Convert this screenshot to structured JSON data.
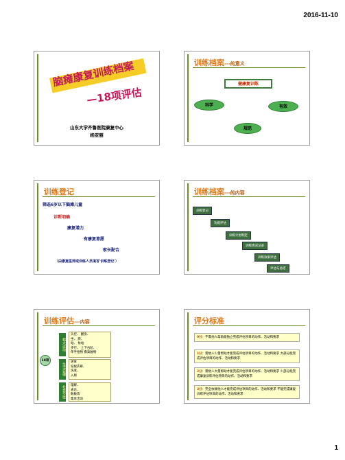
{
  "header": {
    "date": "2016-11-10"
  },
  "footer": {
    "page": "1"
  },
  "slides": {
    "s1": {
      "title_main": "脑瘫康复训练档案",
      "title_sub": "—18项评估",
      "org": "山东大学齐鲁医院康复中心",
      "author": "杨亚丽"
    },
    "s2": {
      "title": "训练档案",
      "title_suffix": "---的意义",
      "top_box": "健康复训练",
      "left_oval": "科学",
      "right_oval": "有效",
      "bottom_oval": "规范"
    },
    "s3": {
      "title": "训练登记",
      "lines": [
        "筛选6岁以下脑瘫儿童",
        "诊断明确",
        "康复潜力",
        "有康复意愿",
        "家长配合"
      ],
      "note": "（由康复医师或训练人员填写'训练登记'）"
    },
    "s4": {
      "title": "训练档案",
      "title_suffix": "---的内容",
      "steps": [
        "训练登记",
        "功能评估",
        "训练计划制定",
        "训练情况记录",
        "训练效果评估",
        "评估与总结"
      ]
    },
    "s5": {
      "title": "训练评估",
      "title_suffix": "---内容",
      "left_label": "18项",
      "groups": [
        {
          "label": "粗大运动",
          "items": "头控、 翻身、\n坐、 爬、\n站、 扶站\n步行、 上下台阶、\n单手拾物 摸高触物"
        },
        {
          "label": "生活自理",
          "items": "进食\n穿脱衣裤、\n洗漱、\n入厕"
        },
        {
          "label": "社会交往",
          "items": "理解、\n表达、\n数数等\n集体活动"
        }
      ]
    },
    "s6": {
      "title": "评分标准",
      "rows": [
        {
          "n": "0分：",
          "text": "不需他人帮助能独立完成评估项目的动作、活动和要求"
        },
        {
          "n": "1分：",
          "text": "需他人少量帮助才能完成评估项目的动作、活动和要求 大部分能完成评估项目的动作、活动和要求"
        },
        {
          "n": "2分：",
          "text": "需他人大量帮助才能完成评估项目的动作、活动和要求 少部分能完成康复训练评估项目的动作、活动和要求"
        },
        {
          "n": "3分：",
          "text": "完全依赖他人才能完成评估项目的动作、活动和要求 不能完成康复训练评估项目的动作、活动和要求"
        }
      ]
    }
  }
}
